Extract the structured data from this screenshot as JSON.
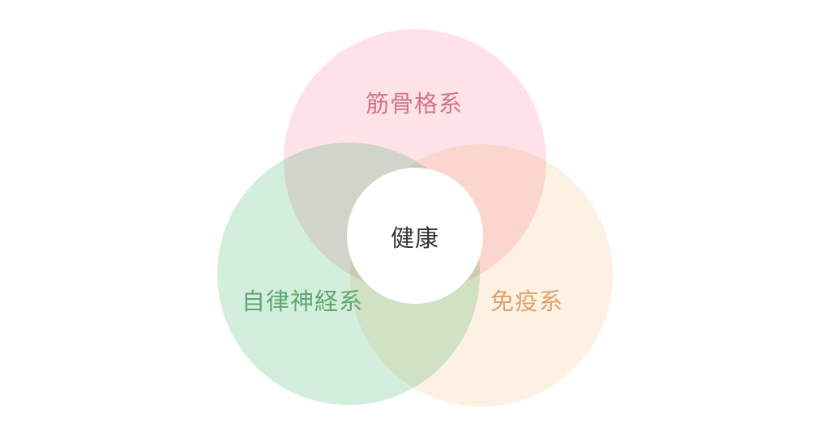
{
  "diagram": {
    "type": "venn",
    "center": {
      "label": "健康",
      "color": "#333333"
    },
    "sets": [
      {
        "label": "筋骨格系",
        "fill": "#fde3e8",
        "text_color": "#d27585"
      },
      {
        "label": "自律神経系",
        "fill": "#d3eedc",
        "text_color": "#5fa86f"
      },
      {
        "label": "免疫系",
        "fill": "#fdf1e3",
        "text_color": "#dba56c"
      }
    ]
  }
}
